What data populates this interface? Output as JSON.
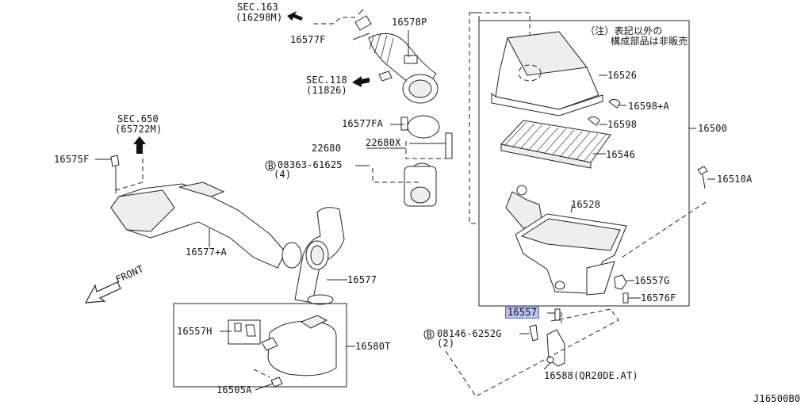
{
  "diagram_code": "J16500B0",
  "note": {
    "line1": "（注）表記以外の",
    "line2": "構成部品は非販売"
  },
  "front_label": "FRONT",
  "labels": {
    "sec163": "SEC.163",
    "sec163_part": "(16298M)",
    "p16577F": "16577F",
    "p16578P": "16578P",
    "sec118": "SEC.118",
    "sec118_part": "(11826)",
    "p16577FA": "16577FA",
    "p22680": "22680",
    "p22680X": "22680X",
    "bolt_08363": "08363-61625",
    "bolt_08363_qty": "(4)",
    "sec650": "SEC.650",
    "sec650_part": "(65722M)",
    "p16575F": "16575F",
    "p16577A": "16577+A",
    "p16577": "16577",
    "p16557H": "16557H",
    "p16580T": "16580T",
    "p16505A": "16505A",
    "bolt_08146": "08146-6252G",
    "bolt_08146_qty": "(2)",
    "p16557": "16557",
    "p16588": "16588(QR20DE.AT)",
    "p16526": "16526",
    "p16598A": "16598+A",
    "p16598": "16598",
    "p16546": "16546",
    "p16528": "16528",
    "p16557G": "16557G",
    "p16576F": "16576F",
    "p16500": "16500",
    "p16510A": "16510A",
    "circle_b": "B"
  },
  "highlighted_part": "16557"
}
